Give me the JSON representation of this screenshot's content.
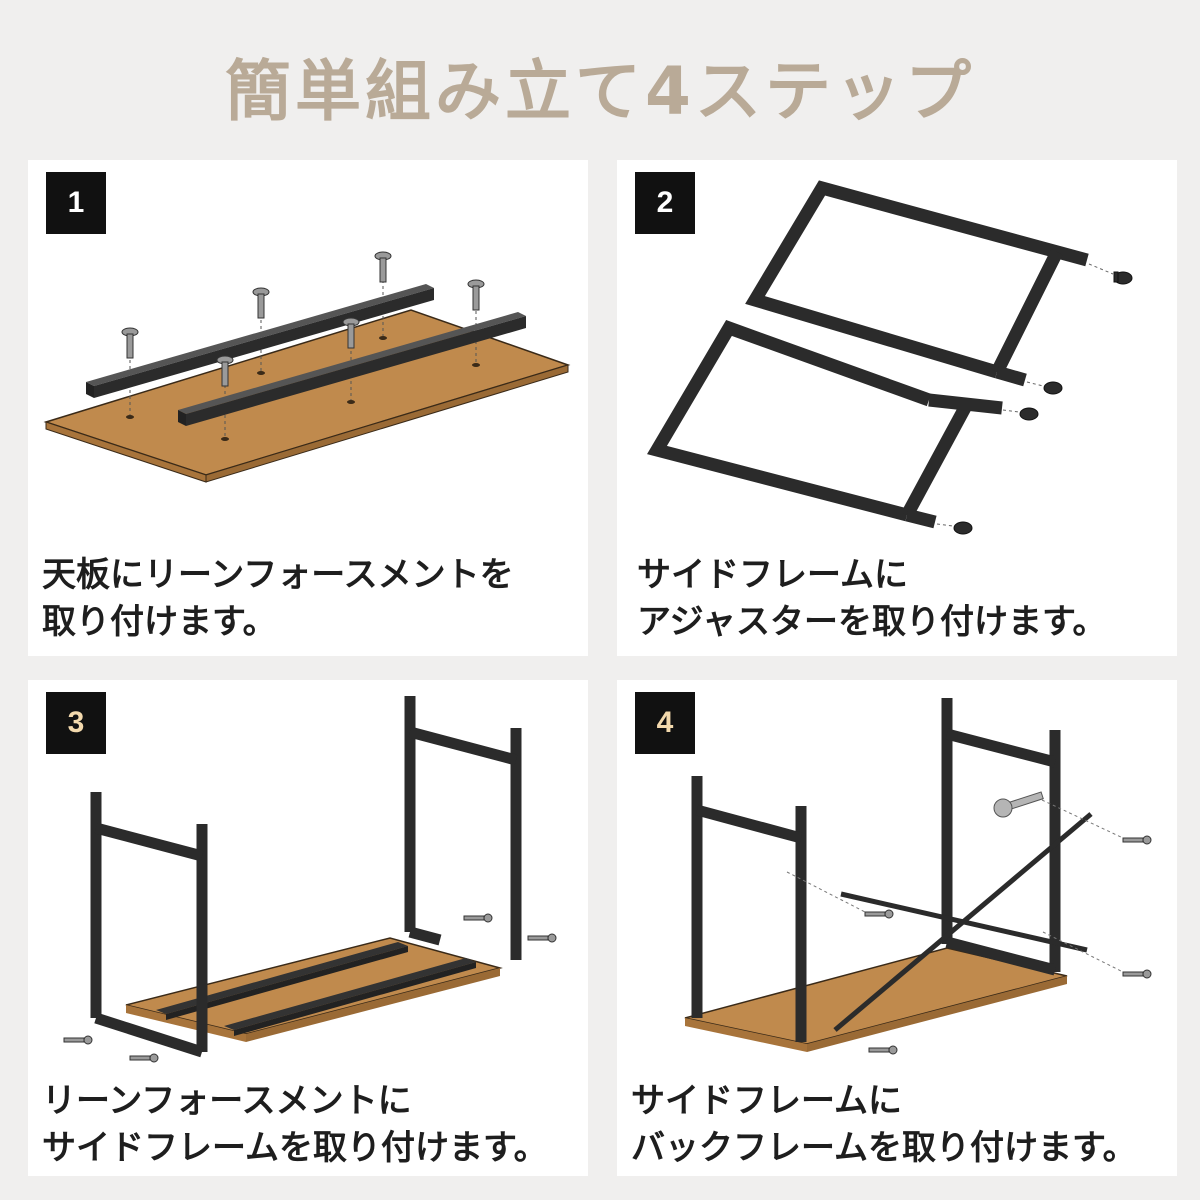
{
  "title": "簡単組み立て4ステップ",
  "colors": {
    "title": "#b9aa97",
    "wood": "#c08a4d",
    "frame": "#2b2b2b",
    "screw": "#9a9a9a"
  },
  "steps": [
    {
      "number": "1",
      "illustration": "tabletop-reinforcement-screws",
      "lines": [
        "天板にリーンフォースメントを",
        "取り付けます。"
      ]
    },
    {
      "number": "2",
      "illustration": "side-frames-adjusters",
      "lines": [
        "サイドフレームに",
        "アジャスターを取り付けます。"
      ]
    },
    {
      "number": "3",
      "illustration": "side-frames-on-reinforcement",
      "lines": [
        "リーンフォースメントに",
        "サイドフレームを取り付けます。"
      ]
    },
    {
      "number": "4",
      "illustration": "back-frame-cross-braces-wrench",
      "lines": [
        "サイドフレームに",
        "バックフレームを取り付けます。"
      ]
    }
  ]
}
